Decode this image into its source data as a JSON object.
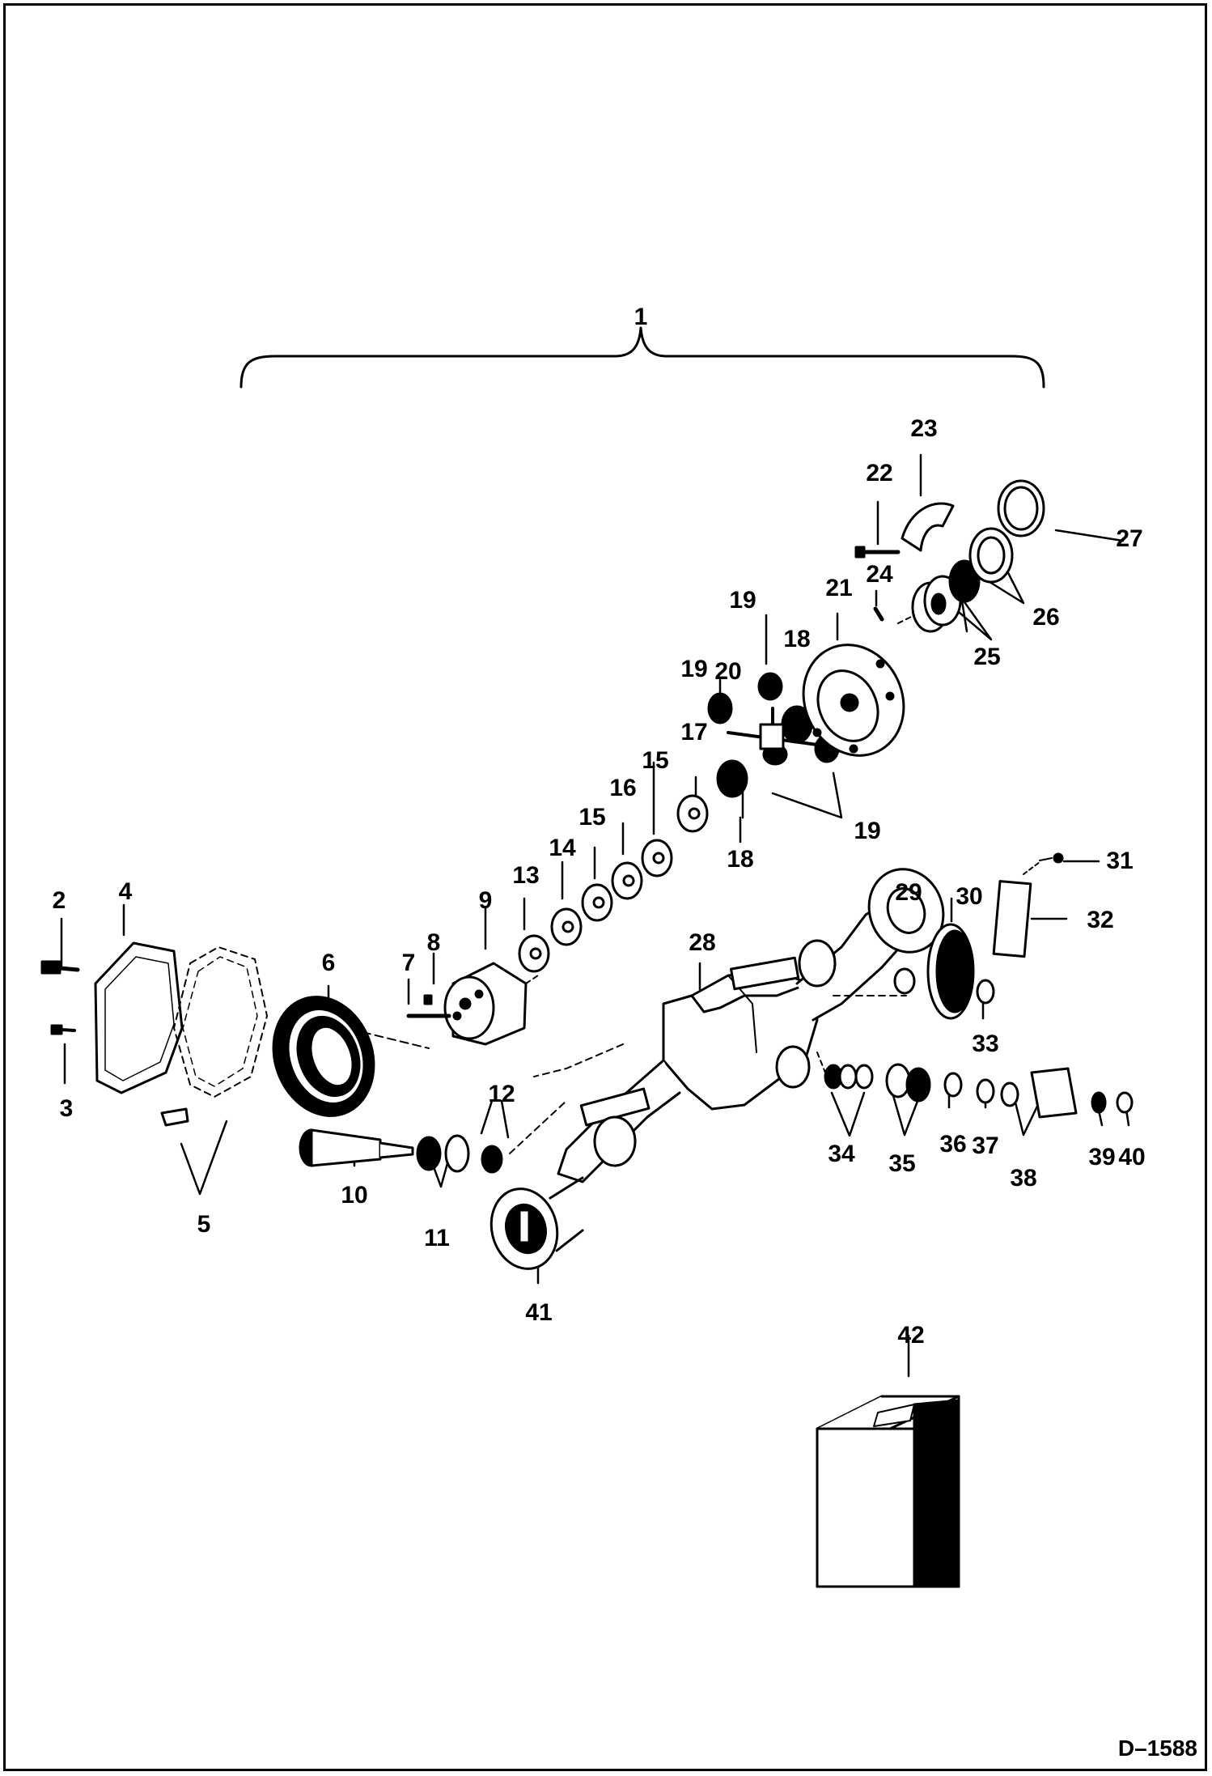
{
  "drawing_id": "D–1588",
  "callouts": {
    "c1": "1",
    "c2": "2",
    "c3": "3",
    "c4": "4",
    "c5": "5",
    "c6": "6",
    "c7": "7",
    "c8": "8",
    "c9": "9",
    "c10": "10",
    "c11": "11",
    "c12": "12",
    "c13": "13",
    "c14": "14",
    "c15a": "15",
    "c15b": "15",
    "c16": "16",
    "c17": "17",
    "c18a": "18",
    "c18b": "18",
    "c19a": "19",
    "c19b": "19",
    "c19c": "19",
    "c20": "20",
    "c21": "21",
    "c22": "22",
    "c23": "23",
    "c24": "24",
    "c25": "25",
    "c26": "26",
    "c27": "27",
    "c28": "28",
    "c29": "29",
    "c30": "30",
    "c31": "31",
    "c32": "32",
    "c33": "33",
    "c34": "34",
    "c35": "35",
    "c36": "36",
    "c37": "37",
    "c38": "38",
    "c39": "39",
    "c40": "40",
    "c41": "41",
    "c42": "42"
  }
}
